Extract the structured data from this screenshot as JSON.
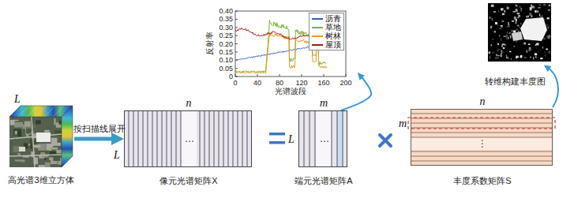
{
  "diagram": {
    "nodes": [
      {
        "text": [
          "L",
          "高光谱3维立方体"
        ]
      },
      {
        "text": [
          "n",
          "L",
          "…",
          "像元光谱矩阵X"
        ]
      },
      {
        "text": [
          "m",
          "L",
          "…",
          "端元光谱矩阵A"
        ]
      },
      {
        "text": [
          "n",
          "m",
          "⋮",
          "丰度系数矩阵S"
        ]
      },
      {
        "text": [
          "反射率",
          "光谱波段"
        ]
      }
    ],
    "edges": [
      {
        "from": 0,
        "to": 1,
        "arrow": "to",
        "label": "按扫描线展开"
      },
      {
        "from": 2,
        "to": 4,
        "arrow": "to"
      }
    ],
    "labels": [
      "0.40",
      "0.35",
      "0.30",
      "0.25",
      "0.20",
      "0.15",
      "0.10",
      "0.05",
      "0",
      "0",
      "40",
      "80",
      "120",
      "160",
      "200",
      "转维构建丰度图"
    ],
    "legend": [
      {
        "text": "沥青",
        "color": "#2f5fb3"
      },
      {
        "text": "草地",
        "color": "#7fb040"
      },
      {
        "text": "树林",
        "color": "#e0a020"
      },
      {
        "text": "屋顶",
        "color": "#a01818"
      }
    ]
  }
}
